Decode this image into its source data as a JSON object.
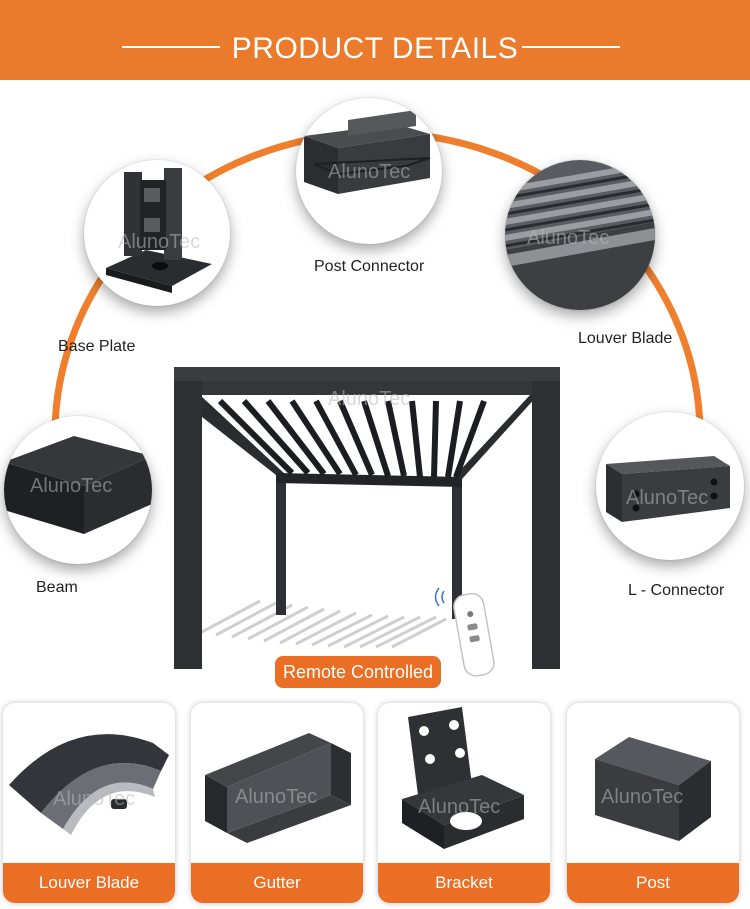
{
  "header": {
    "title": "PRODUCT DETAILS",
    "color": "#ea7a2c"
  },
  "watermark": "AlunoTec",
  "components": [
    {
      "id": "base-plate",
      "label": "Base Plate"
    },
    {
      "id": "post-connector",
      "label": "Post Connector"
    },
    {
      "id": "louver-blade",
      "label": "Louver Blade"
    },
    {
      "id": "beam",
      "label": "Beam"
    },
    {
      "id": "l-connector",
      "label": "L - Connector"
    }
  ],
  "badge": {
    "label": "Remote Controlled",
    "color": "#ea6e24"
  },
  "cards": [
    {
      "id": "louver-blade",
      "label": "Louver Blade"
    },
    {
      "id": "gutter",
      "label": "Gutter"
    },
    {
      "id": "bracket",
      "label": "Bracket"
    },
    {
      "id": "post",
      "label": "Post"
    }
  ]
}
